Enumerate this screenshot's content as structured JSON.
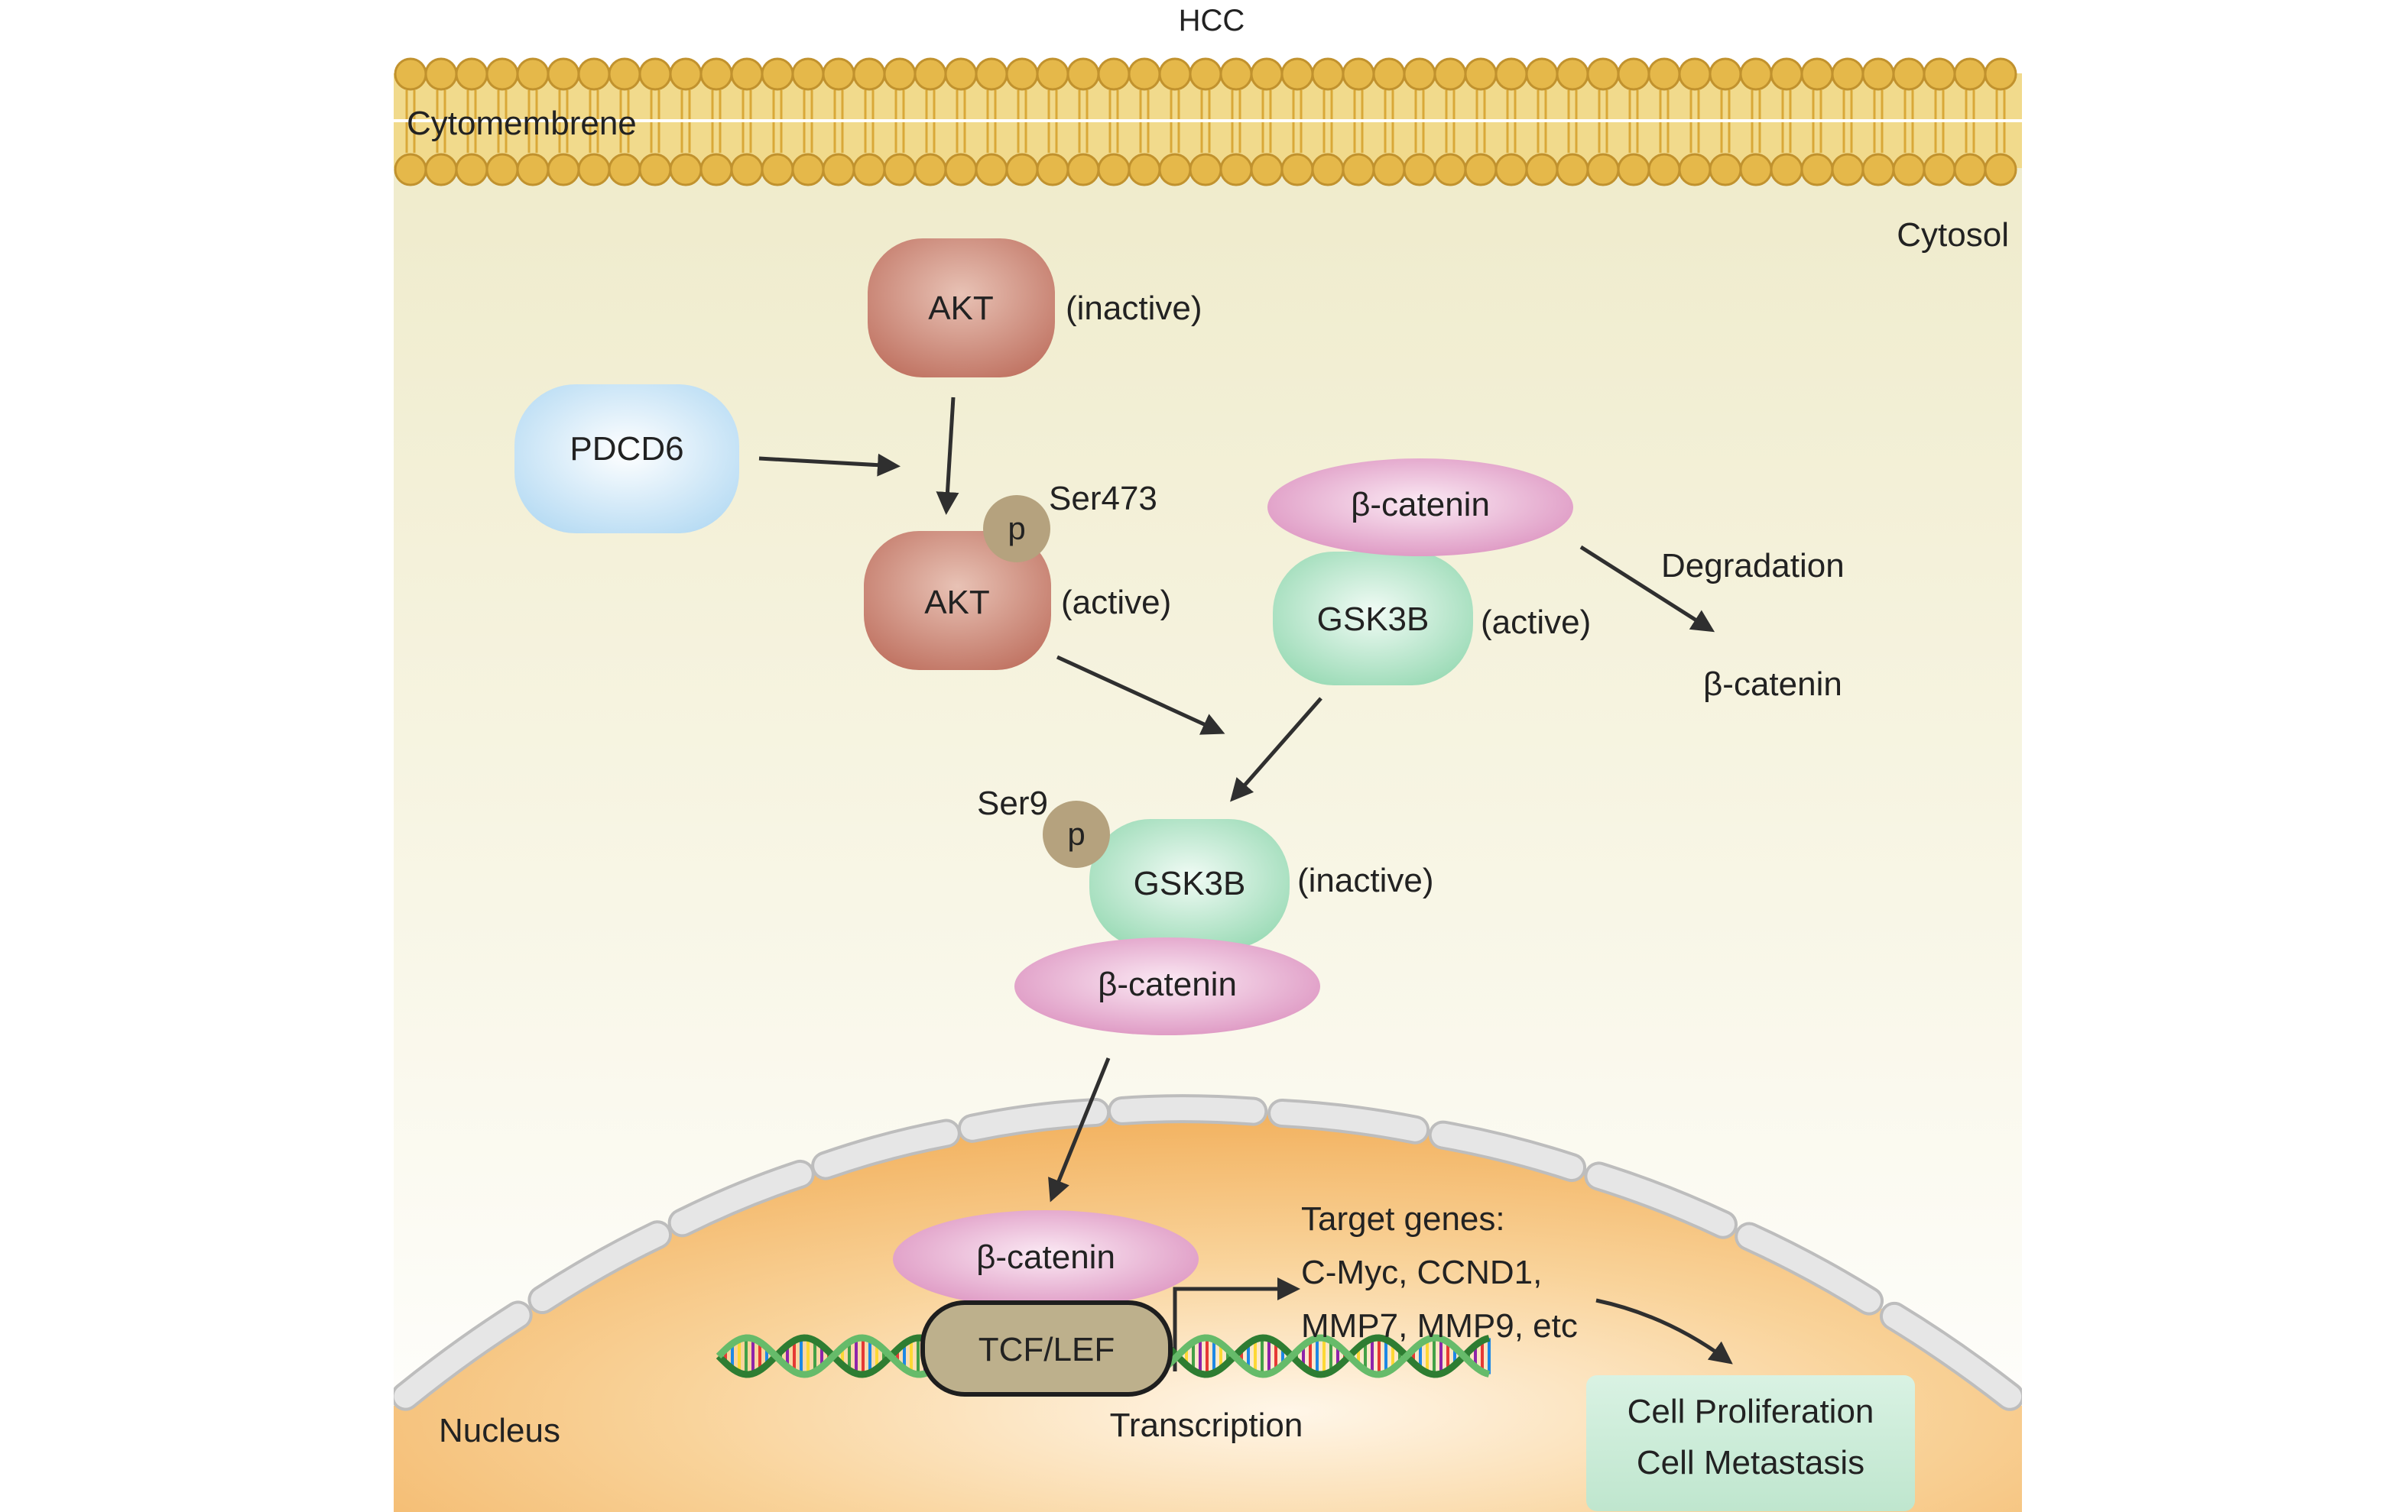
{
  "title": "HCC",
  "regions": {
    "membrane_label": "Cytomembrene",
    "cytosol_label": "Cytosol",
    "nucleus_label": "Nucleus"
  },
  "nodes": {
    "akt_inactive": {
      "label": "AKT",
      "state": "(inactive)"
    },
    "pdcd6": {
      "label": "PDCD6"
    },
    "phospho_akt": {
      "p": "p",
      "site": "Ser473"
    },
    "akt_active": {
      "label": "AKT",
      "state": "(active)"
    },
    "complex_bcat": {
      "label": "β-catenin"
    },
    "complex_gsk3b": {
      "label": "GSK3B",
      "state": "(active)"
    },
    "degradation": {
      "label": "Degradation",
      "product": "β-catenin"
    },
    "phospho_gsk": {
      "p": "p",
      "site": "Ser9"
    },
    "gsk3b_inactive": {
      "label": "GSK3B",
      "state": "(inactive)"
    },
    "bcat_released": {
      "label": "β-catenin"
    },
    "bcat_nuclear": {
      "label": "β-catenin"
    },
    "tcf_lef": {
      "label": "TCF/LEF"
    },
    "transcription": {
      "label": "Transcription"
    },
    "target_genes": {
      "line1": "Target genes:",
      "line2": "C-Myc, CCND1,",
      "line3": "MMP7, MMP9, etc"
    },
    "outcome": {
      "line1": "Cell Proliferation",
      "line2": "Cell Metastasis"
    }
  },
  "colors": {
    "membrane_head": "#E5B84A",
    "membrane_tail": "#D9A838",
    "cytosol": "#F1EDD0",
    "akt": "#C47868",
    "pdcd6": "#BFE0F5",
    "gsk3b": "#9BDBB8",
    "beta_catenin": "#DD96C2",
    "phospho": "#B5A27E",
    "tcf_lef": "#BDB08C",
    "nucleus": "#F4B96A",
    "envelope": "#E4E4E4",
    "outcome_box": "#C9EBD6"
  }
}
